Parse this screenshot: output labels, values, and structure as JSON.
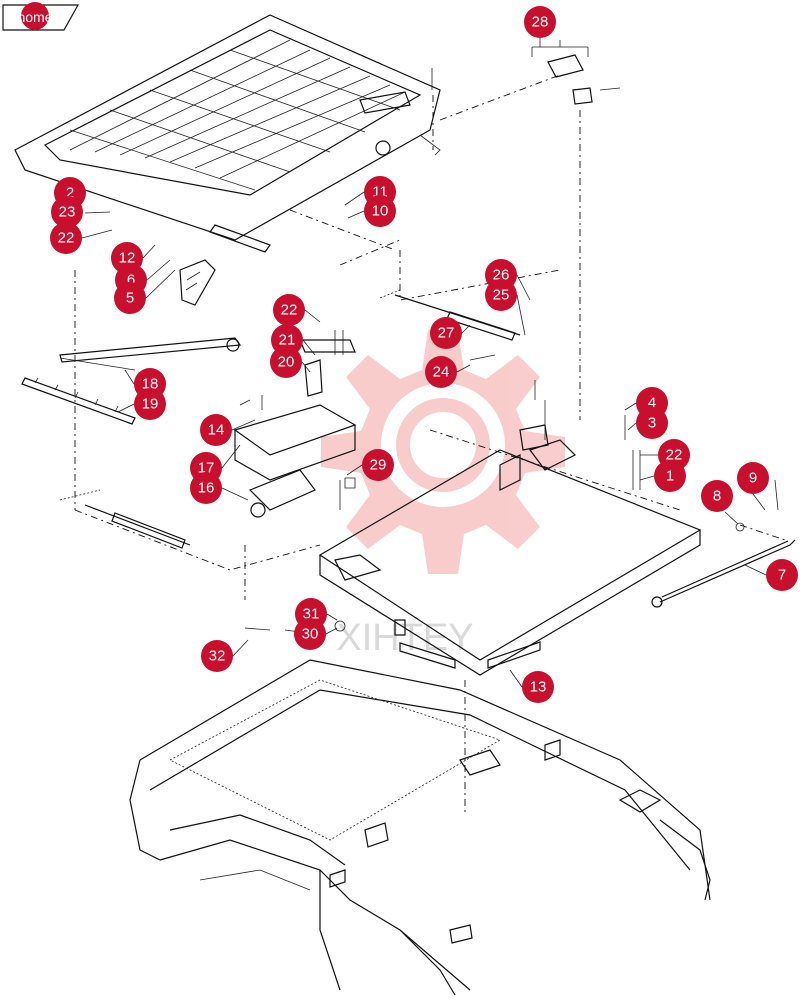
{
  "home_button": {
    "label": "home"
  },
  "watermark": {
    "text": "XIHTEY"
  },
  "callouts": [
    "28",
    "2",
    "23",
    "22",
    "11",
    "10",
    "12",
    "6",
    "5",
    "26",
    "25",
    "22",
    "21",
    "27",
    "20",
    "24",
    "18",
    "19",
    "4",
    "3",
    "14",
    "22",
    "17",
    "29",
    "1",
    "16",
    "9",
    "8",
    "7",
    "31",
    "30",
    "32",
    "13"
  ],
  "colors": {
    "callout": "#c8102e",
    "watermark": "#f4a0a0",
    "linework": "#111111"
  }
}
